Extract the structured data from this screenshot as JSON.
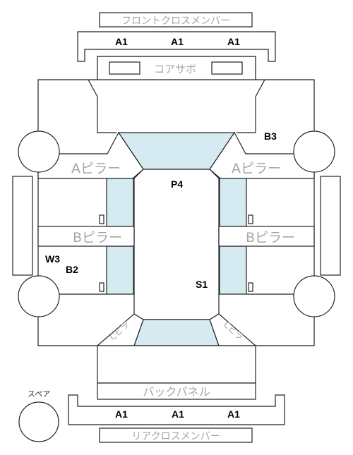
{
  "parts": {
    "front_cross_member": "フロントクロスメンバー",
    "core_support": "コアサポ",
    "a_pillar_left": "Aピラー",
    "a_pillar_right": "Aピラー",
    "b_pillar_left": "Bピラー",
    "b_pillar_right": "Bピラー",
    "back_panel": "バックパネル",
    "rear_cross_member": "リアクロスメンバー",
    "spare": "スペア",
    "c_pillar_left": "Cピラ",
    "c_pillar_right": "Cピラ"
  },
  "front_grades": [
    "A1",
    "A1",
    "A1"
  ],
  "rear_grades": [
    "A1",
    "A1",
    "A1"
  ],
  "damage_codes": {
    "b3": "B3",
    "p4": "P4",
    "w3": "W3",
    "b2": "B2",
    "s1": "S1"
  },
  "colors": {
    "glass": "#d6ebf1",
    "outline": "#222222",
    "part_label": "#a6a6a6"
  }
}
